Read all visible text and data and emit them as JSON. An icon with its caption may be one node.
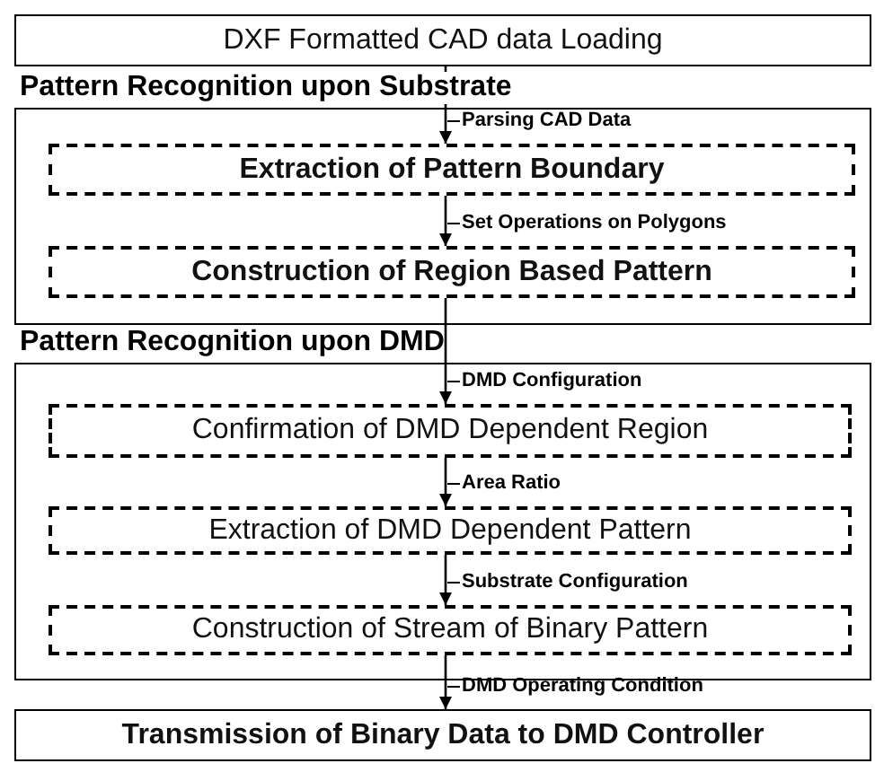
{
  "diagram": {
    "nodes": [
      {
        "text": [
          "DXF Formatted CAD data Loading"
        ]
      },
      {
        "text": [
          "Pattern Recognition upon Substrate"
        ]
      },
      {
        "text": [
          "Extraction of Pattern Boundary"
        ],
        "in": 1
      },
      {
        "text": [
          "Construction of Region Based Pattern"
        ],
        "in": 1
      },
      {
        "text": [
          "Pattern Recognition upon DMD"
        ]
      },
      {
        "text": [
          "Confirmation of DMD Dependent Region"
        ],
        "in": 4
      },
      {
        "text": [
          "Extraction of DMD Dependent Pattern"
        ],
        "in": 4
      },
      {
        "text": [
          "Construction of Stream of Binary Pattern"
        ],
        "in": 4
      },
      {
        "text": [
          "Transmission of Binary Data to DMD Controller"
        ]
      }
    ],
    "edges": [
      {
        "from": 0,
        "to": 2,
        "arrow": "to",
        "label": "Parsing CAD Data"
      },
      {
        "from": 2,
        "to": 3,
        "arrow": "to",
        "label": "Set Operations on Polygons"
      },
      {
        "from": 3,
        "to": 5,
        "arrow": "to",
        "label": "DMD Configuration"
      },
      {
        "from": 5,
        "to": 6,
        "arrow": "to",
        "label": "Area Ratio"
      },
      {
        "from": 6,
        "to": 7,
        "arrow": "to",
        "label": "Substrate Configuration"
      },
      {
        "from": 7,
        "to": 8,
        "arrow": "to",
        "label": "DMD Operating Condition"
      }
    ]
  }
}
